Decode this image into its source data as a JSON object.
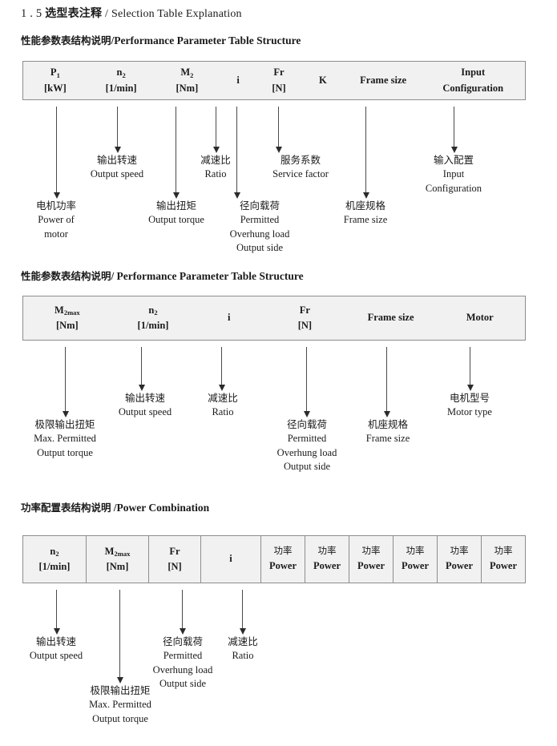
{
  "document": {
    "section_number": "1 . 5",
    "title_cn": "选型表注释",
    "separator": "/",
    "title_en": "Selection Table Explanation"
  },
  "sections": [
    {
      "id": "performance-parameter-1",
      "heading_cn": "性能参数表结构说明",
      "heading_sep": "/",
      "heading_en": "Performance Parameter Table Structure",
      "table": {
        "divided": false,
        "columns": [
          {
            "line1": "P",
            "sub1": "1",
            "line2": "[kW]"
          },
          {
            "line1": "n",
            "sub1": "2",
            "line2": "[1/min]"
          },
          {
            "line1": "M",
            "sub1": "2",
            "line2": "[Nm]"
          },
          {
            "line1": "i",
            "sub1": "",
            "line2": ""
          },
          {
            "line1": "Fr",
            "sub1": "",
            "line2": "[N]"
          },
          {
            "line1": "K",
            "sub1": "",
            "line2": ""
          },
          {
            "line1": "Frame size",
            "sub1": "",
            "line2": ""
          },
          {
            "line1": "Input",
            "sub1": "",
            "line2": "Configuration"
          }
        ]
      },
      "annotations": [
        {
          "cn": "电机功率",
          "en": [
            "Power of",
            "motor"
          ]
        },
        {
          "cn": "输出转速",
          "en": [
            "Output speed"
          ]
        },
        {
          "cn": "输出扭矩",
          "en": [
            "Output torque"
          ]
        },
        {
          "cn": "减速比",
          "en": [
            "Ratio"
          ]
        },
        {
          "cn": "径向载荷",
          "en": [
            "Permitted",
            "Overhung load",
            "Output side"
          ]
        },
        {
          "cn": "服务系数",
          "en": [
            "Service factor"
          ]
        },
        {
          "cn": "机座规格",
          "en": [
            "Frame size"
          ]
        },
        {
          "cn": "输入配置",
          "en": [
            "Input",
            "Configuration"
          ]
        }
      ]
    },
    {
      "id": "performance-parameter-2",
      "heading_cn": "性能参数表结构说明",
      "heading_sep": "/",
      "heading_en": "Performance Parameter Table Structure",
      "table": {
        "divided": false,
        "columns": [
          {
            "line1": "M",
            "sub1": "2max",
            "line2": "[Nm]"
          },
          {
            "line1": "n",
            "sub1": "2",
            "line2": "[1/min]"
          },
          {
            "line1": "i",
            "sub1": "",
            "line2": ""
          },
          {
            "line1": "Fr",
            "sub1": "",
            "line2": "[N]"
          },
          {
            "line1": "Frame size",
            "sub1": "",
            "line2": ""
          },
          {
            "line1": "Motor",
            "sub1": "",
            "line2": ""
          }
        ]
      },
      "annotations": [
        {
          "cn": "极限输出扭矩",
          "en": [
            "Max. Permitted",
            "Output  torque"
          ]
        },
        {
          "cn": "输出转速",
          "en": [
            "Output speed"
          ]
        },
        {
          "cn": "减速比",
          "en": [
            "Ratio"
          ]
        },
        {
          "cn": "径向载荷",
          "en": [
            "Permitted",
            "Overhung load",
            "Output side"
          ]
        },
        {
          "cn": "机座规格",
          "en": [
            "Frame size"
          ]
        },
        {
          "cn": "电机型号",
          "en": [
            "Motor type"
          ]
        }
      ]
    },
    {
      "id": "power-combination",
      "heading_cn": "功率配置表结构说明",
      "heading_sep": "/",
      "heading_en": "Power Combination",
      "table": {
        "divided": true,
        "columns": [
          {
            "line1": "n",
            "sub1": "2",
            "line2": "[1/min]"
          },
          {
            "line1": "M",
            "sub1": "2max",
            "line2": "[Nm]"
          },
          {
            "line1": "Fr",
            "sub1": "",
            "line2": "[N]"
          },
          {
            "line1": "i",
            "sub1": "",
            "line2": ""
          },
          {
            "cn_line1": "功率",
            "line2": "Power"
          },
          {
            "cn_line1": "功率",
            "line2": "Power"
          },
          {
            "cn_line1": "功率",
            "line2": "Power"
          },
          {
            "cn_line1": "功率",
            "line2": "Power"
          },
          {
            "cn_line1": "功率",
            "line2": "Power"
          },
          {
            "cn_line1": "功率",
            "line2": "Power"
          }
        ]
      },
      "annotations": [
        {
          "cn": "输出转速",
          "en": [
            "Output speed"
          ]
        },
        {
          "cn": "极限输出扭矩",
          "en": [
            "Max. Permitted",
            "Output  torque"
          ]
        },
        {
          "cn": "径向载荷",
          "en": [
            "Permitted",
            "Overhung load",
            "Output side"
          ]
        },
        {
          "cn": "减速比",
          "en": [
            "Ratio"
          ]
        }
      ]
    }
  ],
  "style": {
    "table_fill": "#f1f1f1",
    "table_border": "#8d8d8d",
    "text_color": "#1b1b1b",
    "arrow_color": "#2b2b2b"
  }
}
